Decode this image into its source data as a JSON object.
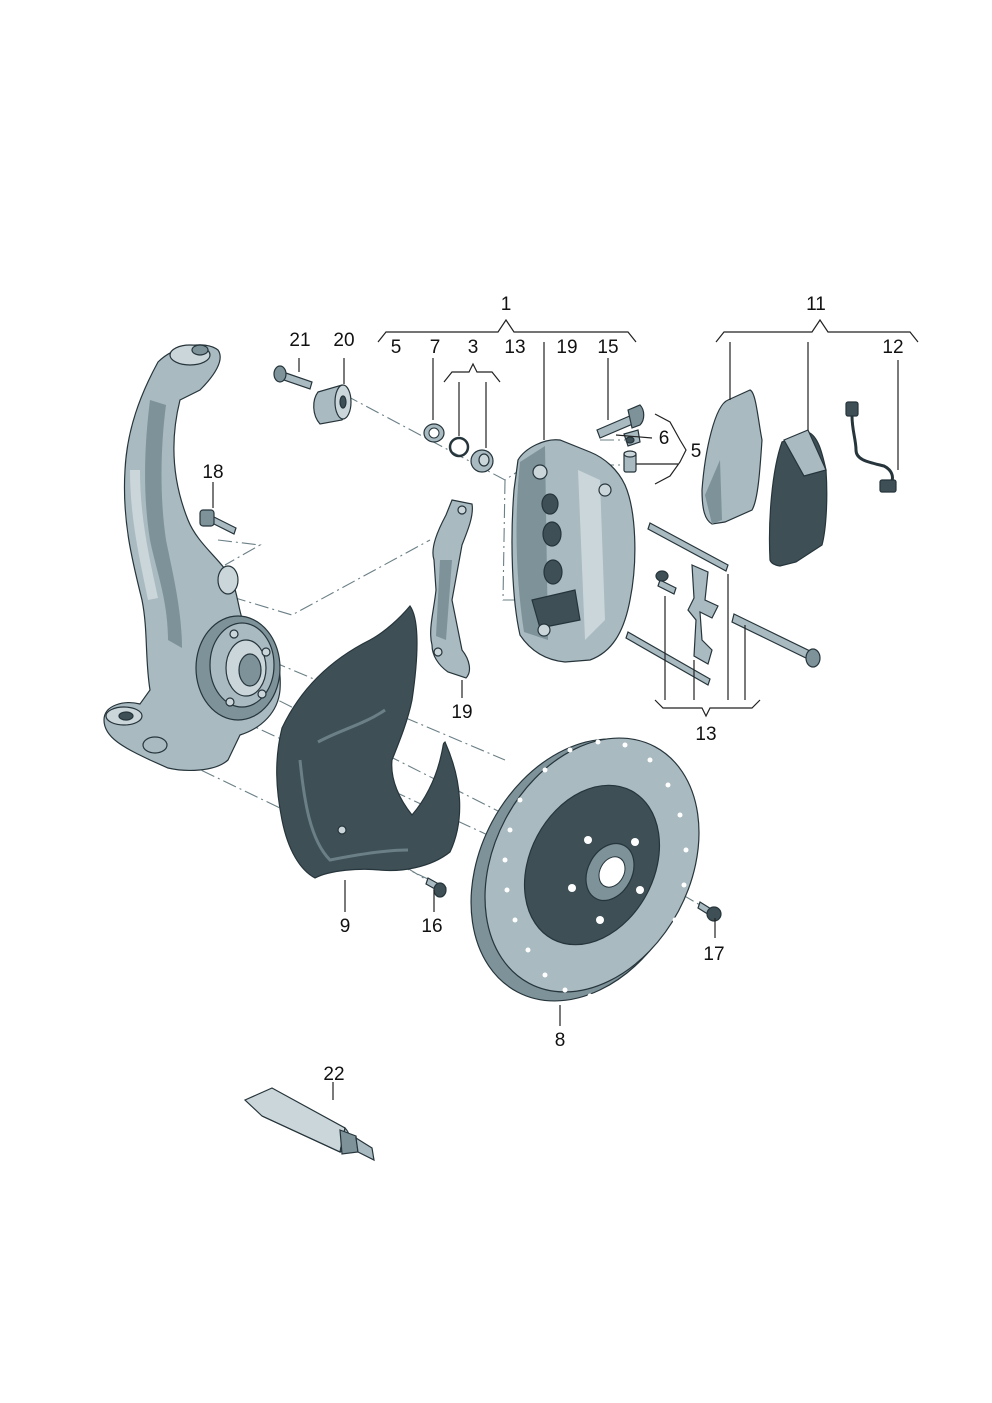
{
  "diagram": {
    "labels": {
      "l1": "1",
      "l3": "3",
      "l5a": "5",
      "l5b": "5",
      "l6": "6",
      "l7": "7",
      "l8": "8",
      "l9": "9",
      "l11": "11",
      "l12": "12",
      "l13a": "13",
      "l13b": "13",
      "l15": "15",
      "l16": "16",
      "l17": "17",
      "l18": "18",
      "l19a": "19",
      "l19b": "19",
      "l20": "20",
      "l21": "21",
      "l22": "22"
    },
    "colors": {
      "steel": "#a9bac0",
      "steel_dark": "#7d9299",
      "steel_light": "#cad6da",
      "dark_part": "#3e4f56",
      "outline": "#26353b",
      "centerline": "#6a7f86"
    }
  }
}
